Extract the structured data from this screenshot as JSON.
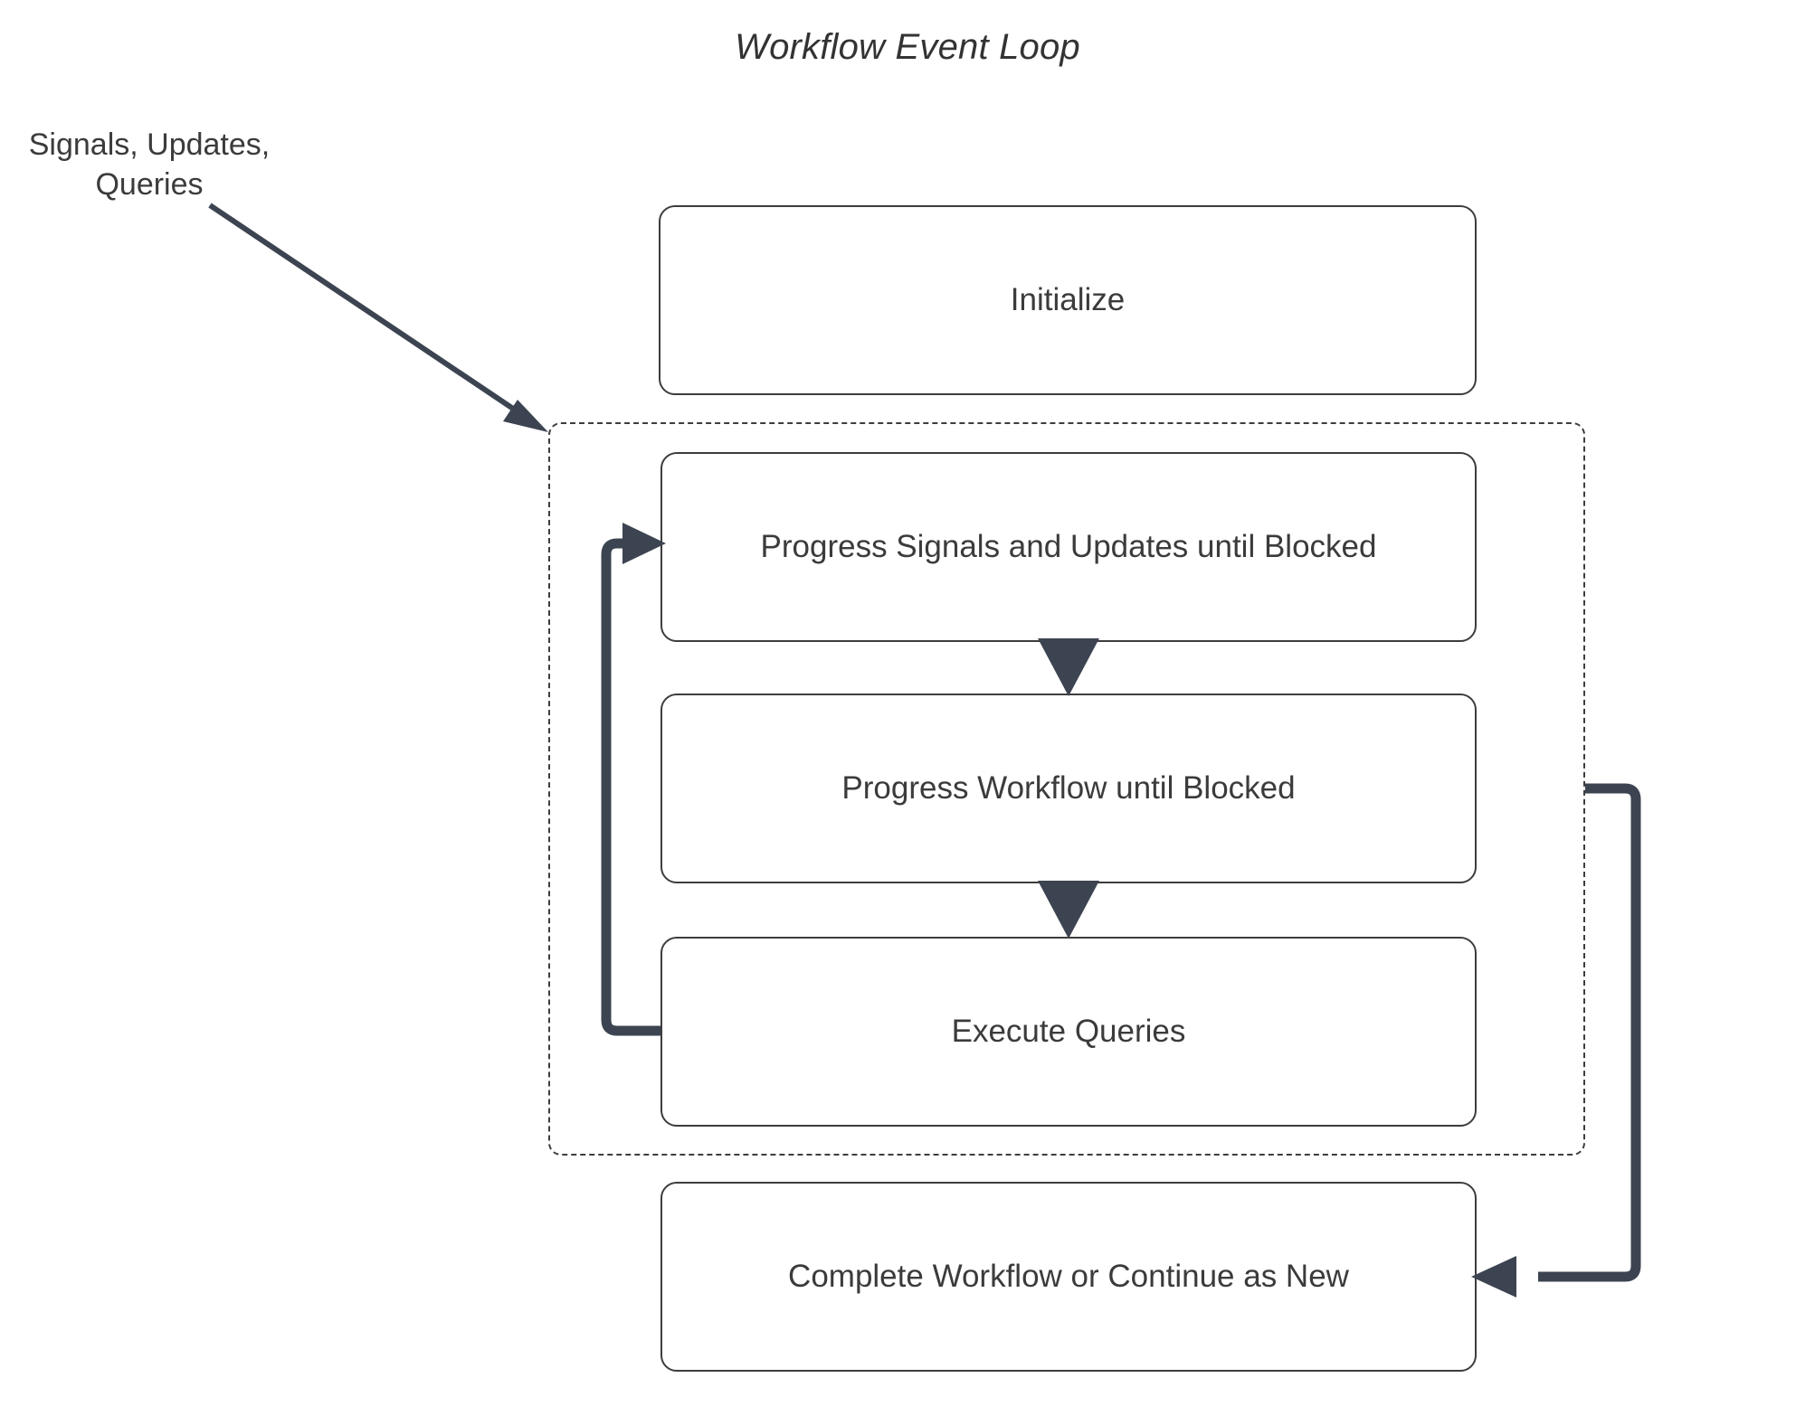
{
  "diagram": {
    "title": "Workflow Event Loop",
    "type": "flowchart",
    "inbound_label": "Signals, Updates,\nQueries",
    "colors": {
      "box_border": "#3d3d3d",
      "text": "#3b3b3b",
      "thin_arrow": "#3d4451",
      "thick_arrow": "#3d4451",
      "dashed_border": "#3d3d3d",
      "background": "#ffffff"
    },
    "nodes": [
      {
        "id": "initialize",
        "label": "Initialize"
      },
      {
        "id": "progress-su",
        "label": "Progress Signals and Updates until Blocked"
      },
      {
        "id": "progress-wf",
        "label": "Progress Workflow until Blocked"
      },
      {
        "id": "exec-queries",
        "label": "Execute Queries"
      },
      {
        "id": "complete",
        "label": "Complete Workflow or Continue as New"
      }
    ],
    "loop_group": {
      "style": "dashed",
      "members": [
        "progress-su",
        "progress-wf",
        "exec-queries"
      ]
    },
    "edges": [
      {
        "from": "external-input",
        "to": "loop-group",
        "style": "thin-arrow"
      },
      {
        "from": "progress-su",
        "to": "progress-wf",
        "style": "down-arrow"
      },
      {
        "from": "progress-wf",
        "to": "exec-queries",
        "style": "down-arrow"
      },
      {
        "from": "exec-queries",
        "to": "progress-su",
        "style": "thick-loop-back"
      },
      {
        "from": "loop-group",
        "to": "complete",
        "style": "thick-exit"
      }
    ]
  }
}
